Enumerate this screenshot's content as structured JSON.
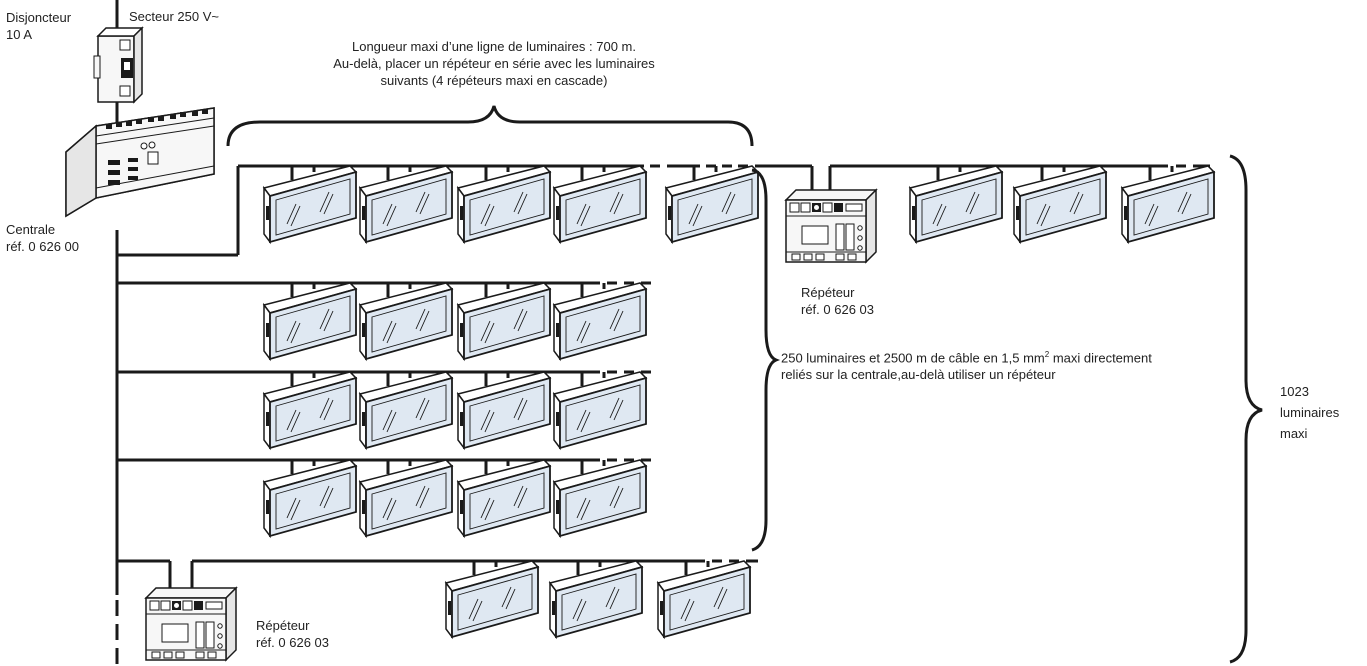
{
  "labels": {
    "breaker_line1": "Disjoncteur",
    "breaker_line2": "10 A",
    "mains": "Secteur 250 V~",
    "note_length_1": "Longueur maxi d’une ligne de luminaires : 700 m.",
    "note_length_2": "Au-delà, placer un répéteur en série avec les luminaires",
    "note_length_3": "suivants (4 répéteurs maxi en cascade)",
    "central_line1": "Centrale",
    "central_line2": "réf. 0 626 00",
    "repeater_top_line1": "Répéteur",
    "repeater_top_line2": "réf. 0 626 03",
    "repeater_bottom_line1": "Répéteur",
    "repeater_bottom_line2": "réf. 0 626 03",
    "note_250_line1_a": "250 luminaires et 2500 m de câble en 1,5 mm",
    "note_250_sup": "2",
    "note_250_line1_b": " maxi directement",
    "note_250_line2": "reliés sur la centrale,au-delà utiliser un répéteur",
    "total_line1": "1023",
    "total_line2": "luminaires",
    "total_line3": "maxi"
  },
  "colors": {
    "line": "#1a1a1a",
    "luminaire_face": "#dfe8f2",
    "luminaire_edge": "#1a1a1a",
    "device_face": "#f7f7f7"
  }
}
